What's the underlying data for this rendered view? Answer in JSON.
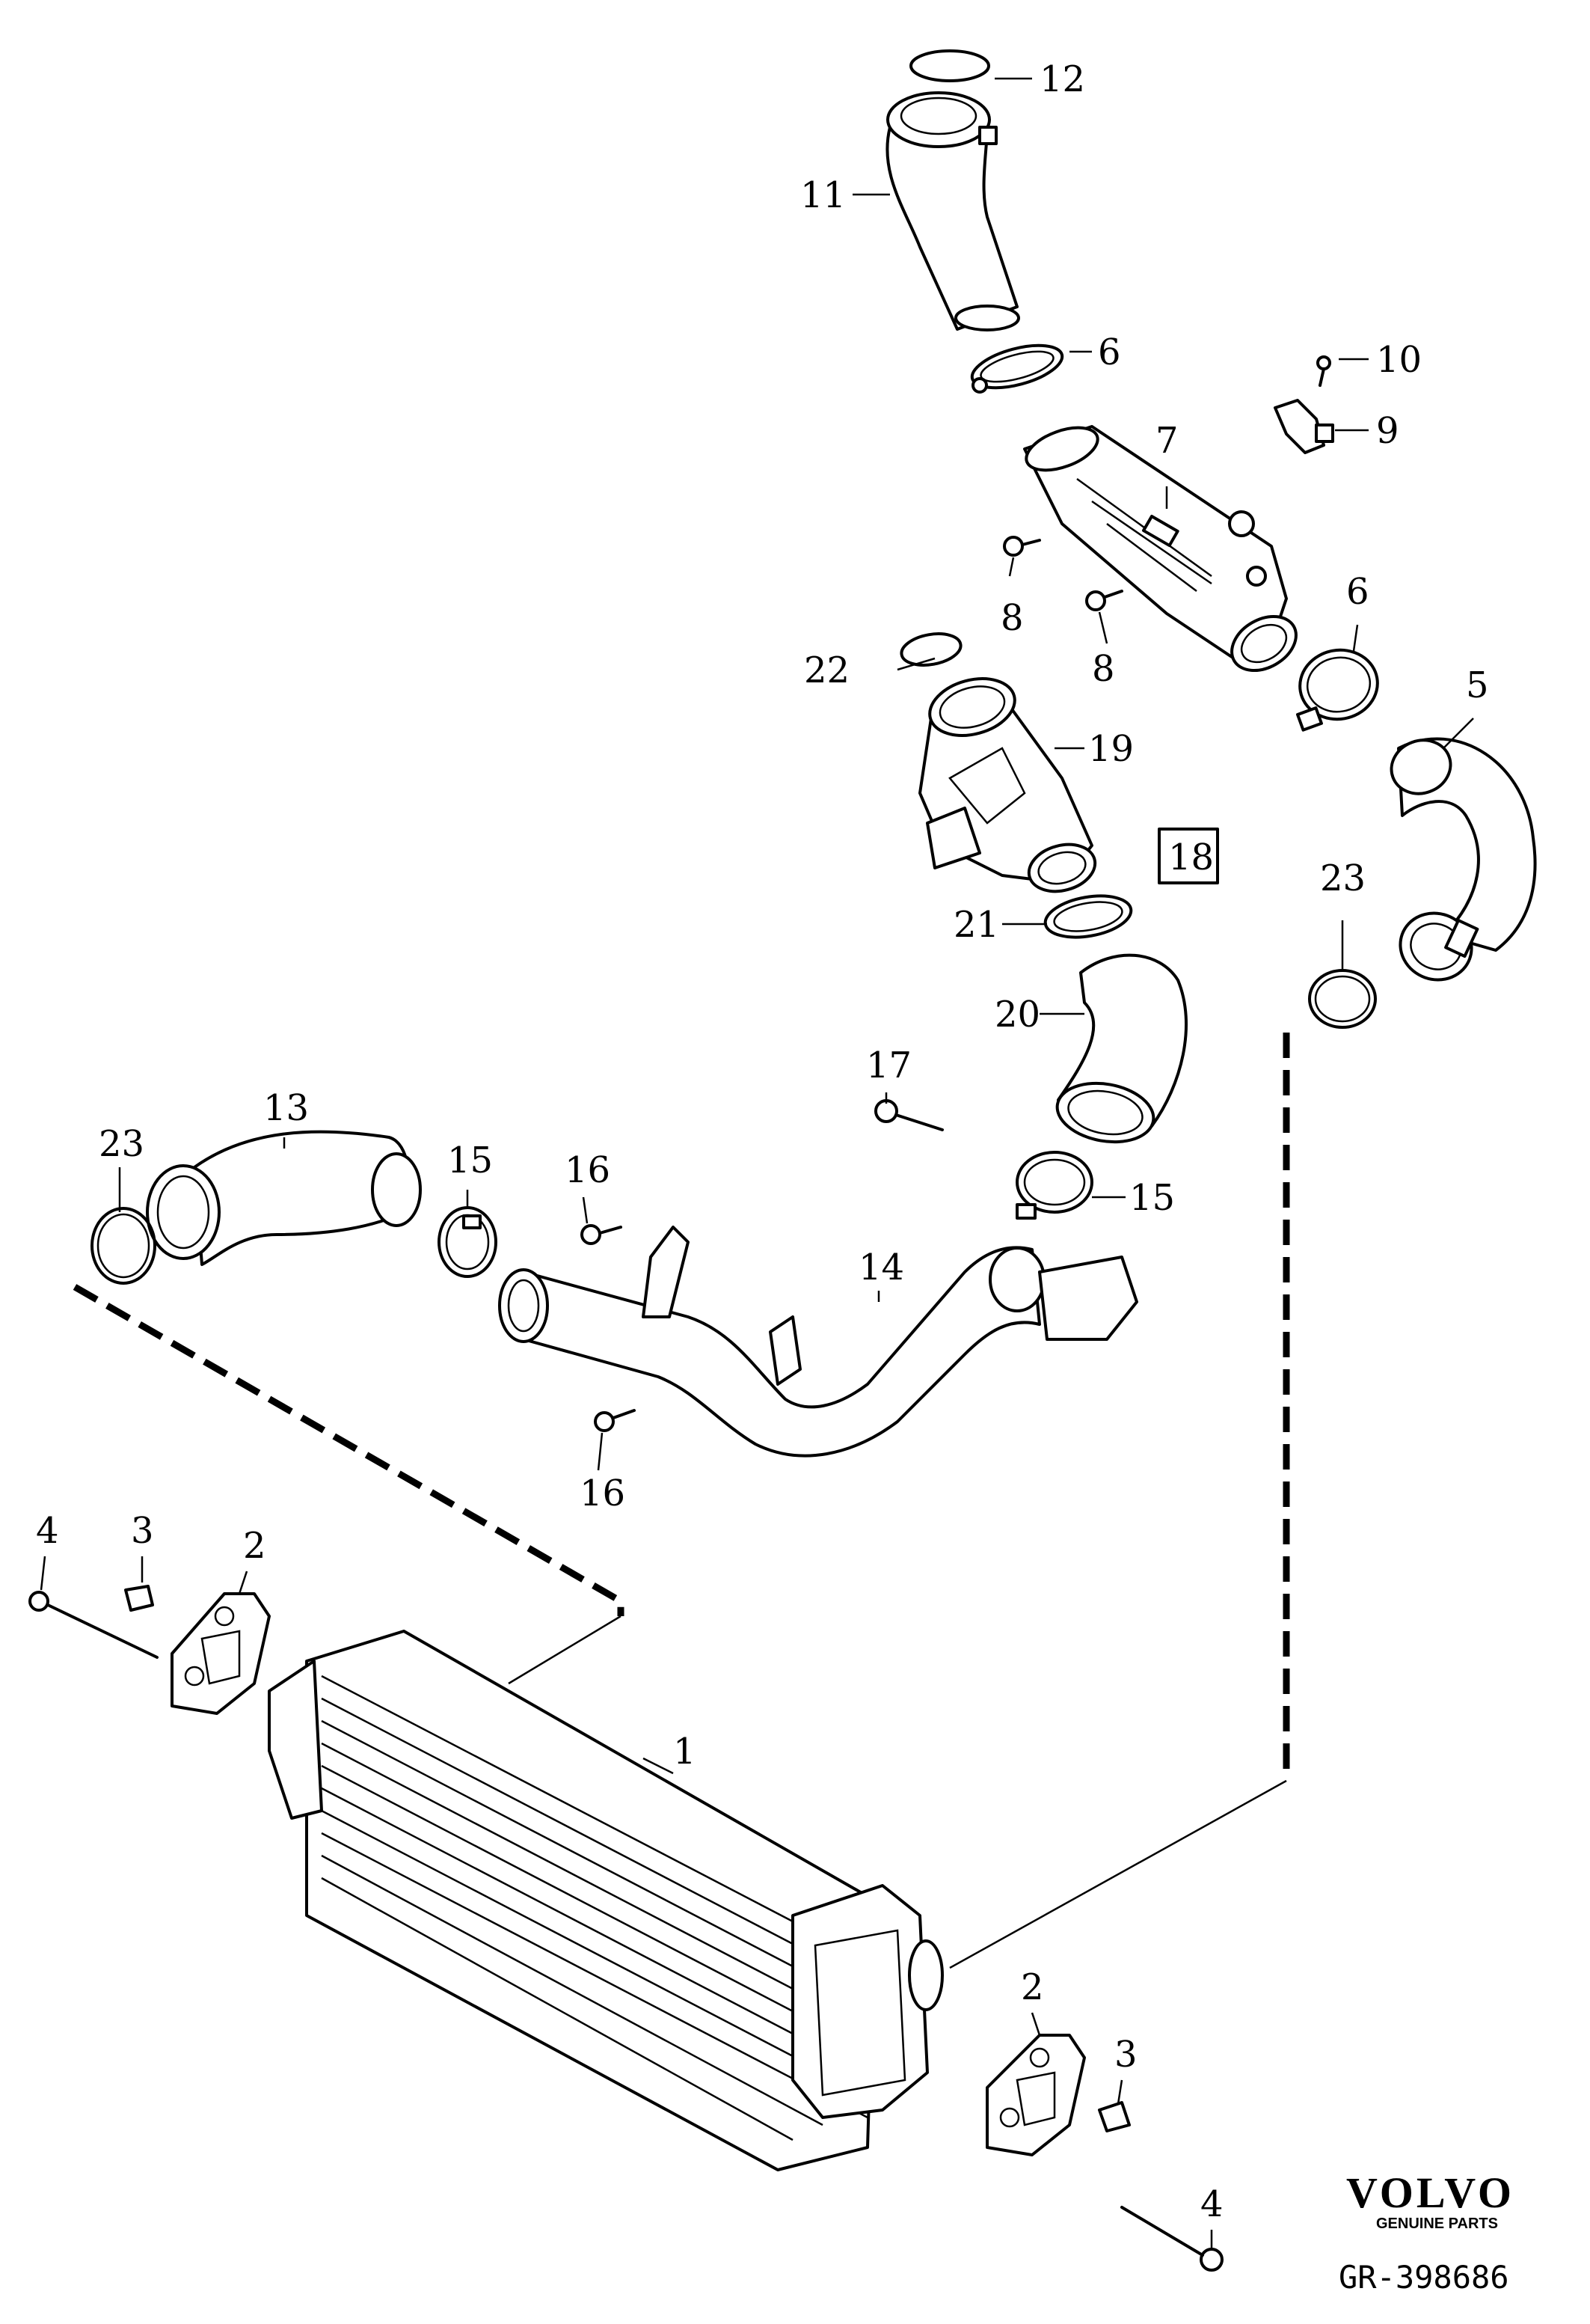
{
  "callouts": {
    "c1": "1",
    "c2a": "2",
    "c2b": "2",
    "c3a": "3",
    "c3b": "3",
    "c4a": "4",
    "c4b": "4",
    "c5": "5",
    "c6a": "6",
    "c6b": "6",
    "c7": "7",
    "c8a": "8",
    "c8b": "8",
    "c9": "9",
    "c10": "10",
    "c11": "11",
    "c12": "12",
    "c13": "13",
    "c14": "14",
    "c15a": "15",
    "c15b": "15",
    "c16a": "16",
    "c16b": "16",
    "c17": "17",
    "c18": "18",
    "c19": "19",
    "c20": "20",
    "c21": "21",
    "c22": "22",
    "c23a": "23",
    "c23b": "23"
  },
  "brand": {
    "name": "VOLVO",
    "tagline": "GENUINE PARTS",
    "reference": "GR-398686"
  }
}
